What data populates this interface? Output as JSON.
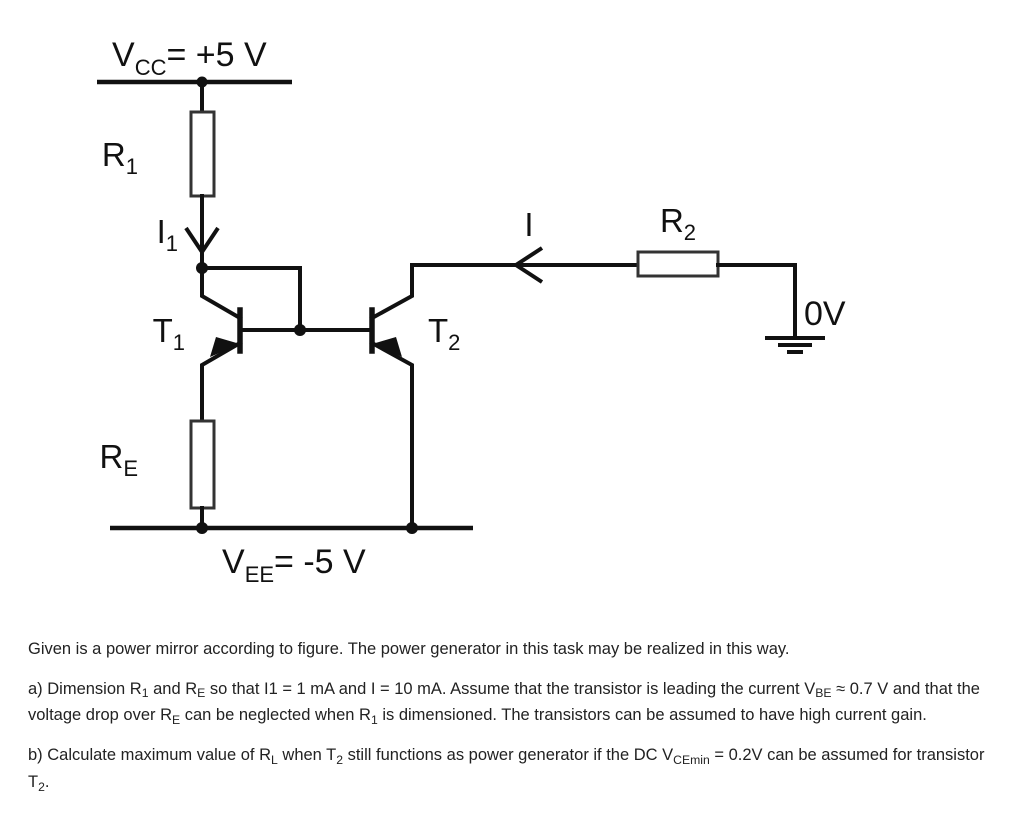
{
  "figure": {
    "title": "Power mirror circuit schematic",
    "supply_top": {
      "symbol": "V",
      "subscript": "CC",
      "equals": "= +5 V",
      "full": "VCC = +5 V"
    },
    "supply_bottom": {
      "symbol": "V",
      "subscript": "EE",
      "equals": "= -5 V",
      "full": "VEE = -5 V"
    },
    "components": {
      "r1": {
        "symbol": "R",
        "subscript": "1",
        "name": "resistor-r1"
      },
      "re": {
        "symbol": "R",
        "subscript": "E",
        "name": "resistor-re"
      },
      "r2": {
        "symbol": "R",
        "subscript": "2",
        "name": "resistor-r2"
      },
      "t1": {
        "symbol": "T",
        "subscript": "1",
        "name": "transistor-t1"
      },
      "t2": {
        "symbol": "T",
        "subscript": "2",
        "name": "transistor-t2"
      }
    },
    "currents": {
      "i1": {
        "symbol": "I",
        "subscript": "1"
      },
      "i": {
        "symbol": "I",
        "subscript": ""
      }
    },
    "ground_label": "0V"
  },
  "prose": {
    "intro": "Given is a power mirror according to figure. The power generator in this task may be realized in this way.",
    "part_a": {
      "marker": "a) Dimension R",
      "sub1": "1",
      "t2": " and R",
      "sub2": "E",
      "t3": " so that I1 = 1 mA and I = 10 mA. Assume that the transistor is leading the current V",
      "sub3": "BE",
      "t4": " ≈ 0.7 V and that the voltage drop over R",
      "sub4": "E",
      "t5": " can be neglected when R",
      "sub5": "1",
      "t6": " is dimensioned. The transistors can be assumed to have high current gain."
    },
    "part_b": {
      "marker": "b) Calculate maximum value of R",
      "sub1": "L",
      "t2": " when T",
      "sub2": "2",
      "t3": " still functions as power generator if the DC V",
      "sub3": "CEmin",
      "t4": " = 0.2V can be assumed for transistor T",
      "sub4": "2",
      "t5": "."
    }
  },
  "colors": {
    "ink": "#111111",
    "text": "#222222",
    "resistor_stroke": "#333333",
    "background": "#ffffff"
  }
}
